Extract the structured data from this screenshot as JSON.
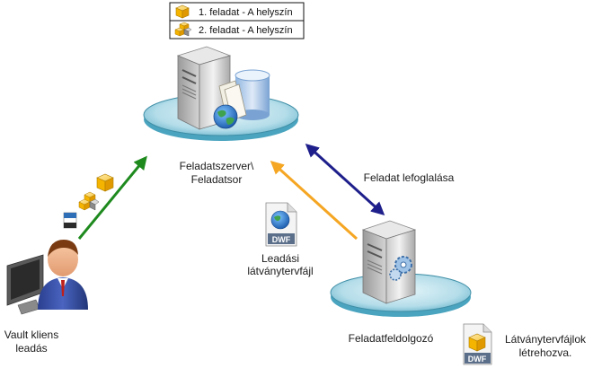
{
  "queue": {
    "items": [
      {
        "label": "1. feladat - A helyszín",
        "icon": "single-cube-icon"
      },
      {
        "label": "2. feladat - A helyszín",
        "icon": "stacked-cubes-icon"
      }
    ]
  },
  "nodes": {
    "job_server": {
      "line1": "Feladatszerver\\",
      "line2": "Feladatsor"
    },
    "job_processor": {
      "label": "Feladatfeldolgozó"
    },
    "vault_client": {
      "line1": "Vault kliens",
      "line2": "leadás"
    }
  },
  "arrows": {
    "reserve": {
      "label": "Feladat lefoglalása",
      "color": "#1f1f8c"
    },
    "submit": {
      "color": "#1e8a1e"
    },
    "visual": {
      "line1": "Leadási",
      "line2": "látványtervfájl",
      "color": "#f5a623"
    }
  },
  "files": {
    "dwf_badge": "DWF",
    "created_line1": "Látványtervfájlok",
    "created_line2": "létrehozva."
  },
  "colors": {
    "disk_top": "#cfe9f1",
    "disk_edge": "#3f8ea6",
    "disk_side": "#4aa4bf"
  }
}
